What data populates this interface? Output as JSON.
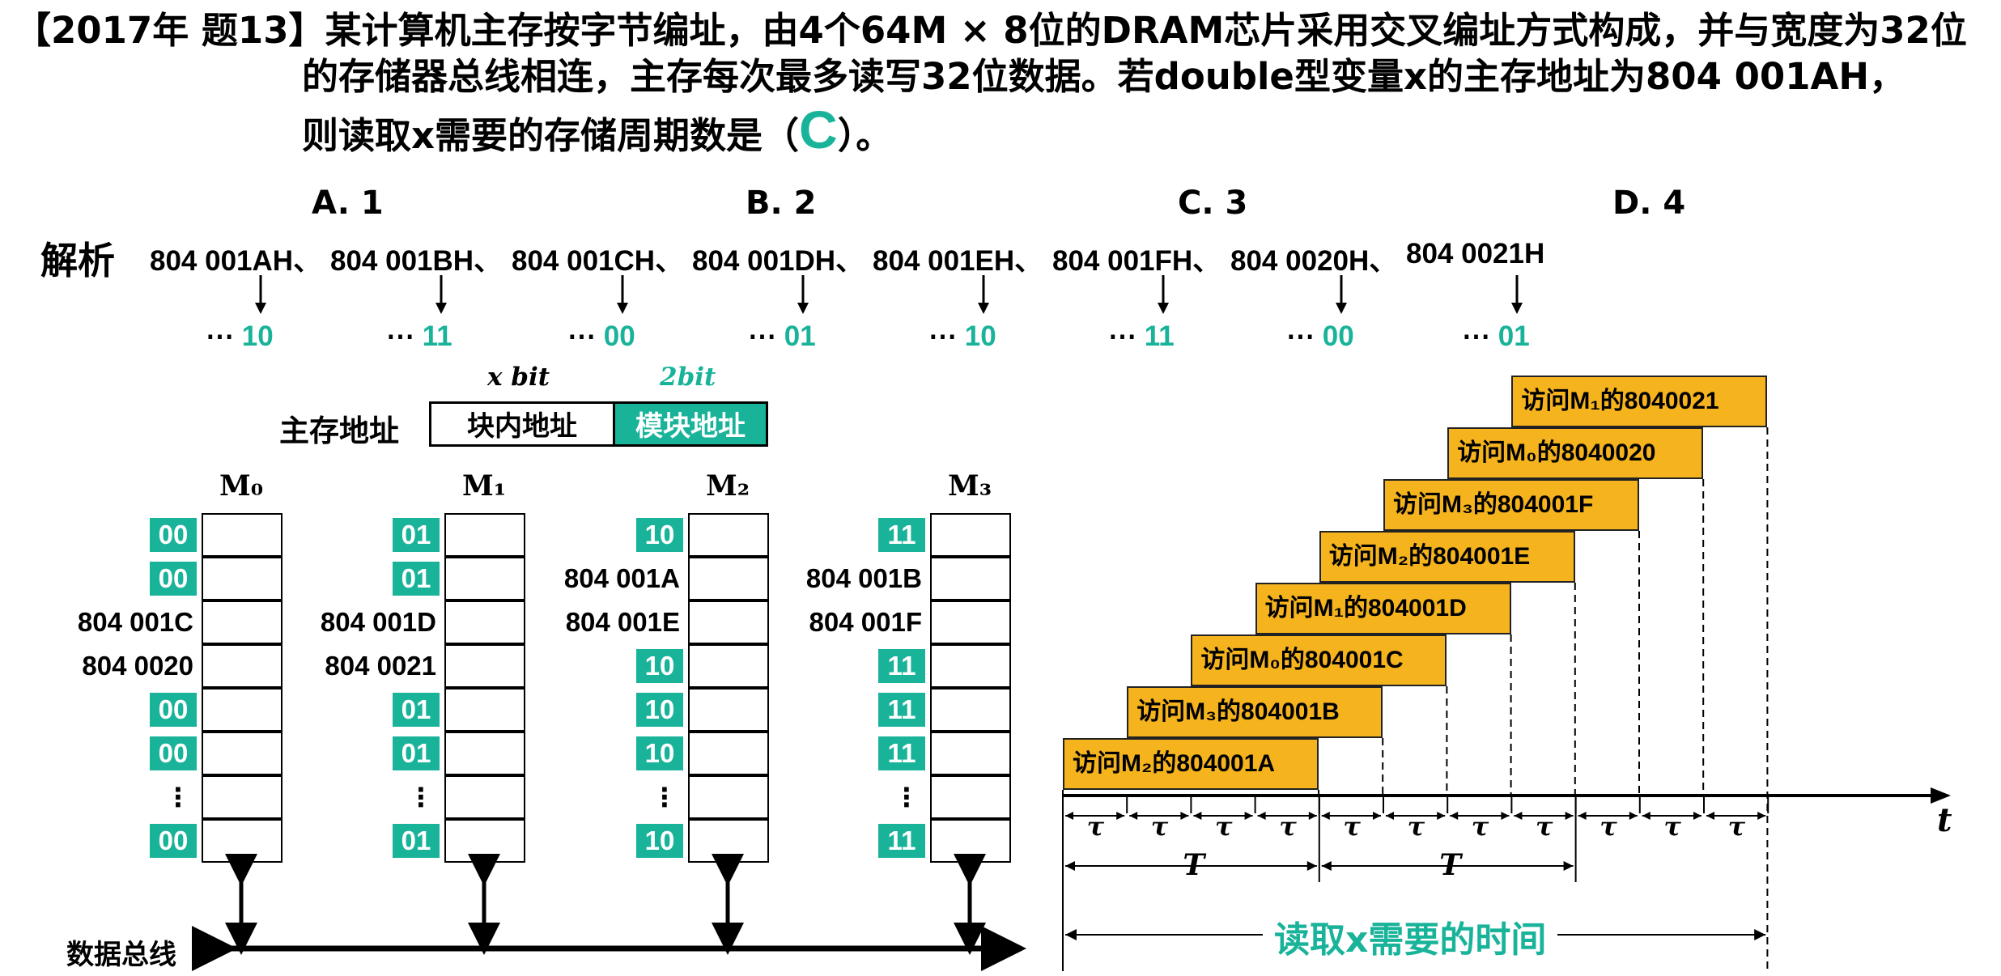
{
  "question": {
    "tag": "【2017年 题13】",
    "line1": "某计算机主存按字节编址，由4个64M × 8位的DRAM芯片采用交叉编址方式构成，并与宽度为32位",
    "line2": "的存储器总线相连，主存每次最多读写32位数据。若double型变量x的主存地址为804 001AH，",
    "line3_pre": "则读取x需要的存储周期数是（",
    "answer": "C",
    "line3_post": "）。"
  },
  "options": [
    "A. 1",
    "B. 2",
    "C. 3",
    "D. 4"
  ],
  "analysis": {
    "label": "解析",
    "addresses": [
      "804 001AH、",
      "804 001BH、",
      "804 001CH、",
      "804 001DH、",
      "804 001EH、",
      "804 001FH、",
      "804 0020H、",
      "804 0021H"
    ],
    "low_bits": [
      "10",
      "11",
      "00",
      "01",
      "10",
      "11",
      "00",
      "01"
    ],
    "ellipsis": "⋯"
  },
  "address_format": {
    "label": "主存地址",
    "x_bit": "x bit",
    "two_bit": "2bit",
    "block_field": "块内地址",
    "module_field": "模块地址"
  },
  "modules": [
    {
      "name": "M₀",
      "tags": [
        "00",
        "00",
        "",
        "",
        "00",
        "00",
        "",
        "00"
      ],
      "labels": [
        "",
        "",
        "804 001C",
        "804 0020",
        "",
        "",
        "⋮",
        ""
      ]
    },
    {
      "name": "M₁",
      "tags": [
        "01",
        "01",
        "",
        "",
        "01",
        "01",
        "",
        "01"
      ],
      "labels": [
        "",
        "",
        "804 001D",
        "804 0021",
        "",
        "",
        "⋮",
        ""
      ]
    },
    {
      "name": "M₂",
      "tags": [
        "10",
        "",
        "",
        "10",
        "10",
        "10",
        "",
        "10"
      ],
      "labels": [
        "",
        "804 001A",
        "804 001E",
        "",
        "",
        "",
        "⋮",
        ""
      ]
    },
    {
      "name": "M₃",
      "tags": [
        "11",
        "",
        "",
        "11",
        "11",
        "11",
        "",
        "11"
      ],
      "labels": [
        "",
        "804 001B",
        "804 001F",
        "",
        "",
        "",
        "⋮",
        ""
      ]
    }
  ],
  "bus_label": "数据总线",
  "timing": {
    "accesses": [
      "访问M₂的804001A",
      "访问M₃的804001B",
      "访问M₀的804001C",
      "访问M₁的804001D",
      "访问M₂的804001E",
      "访问M₃的804001F",
      "访问M₀的8040020",
      "访问M₁的8040021"
    ],
    "tau": "τ",
    "period": "T",
    "axis_label": "t",
    "total_label": "读取x需要的时间"
  },
  "colors": {
    "accent": "#19b39a",
    "bar": "#f5b31e"
  }
}
